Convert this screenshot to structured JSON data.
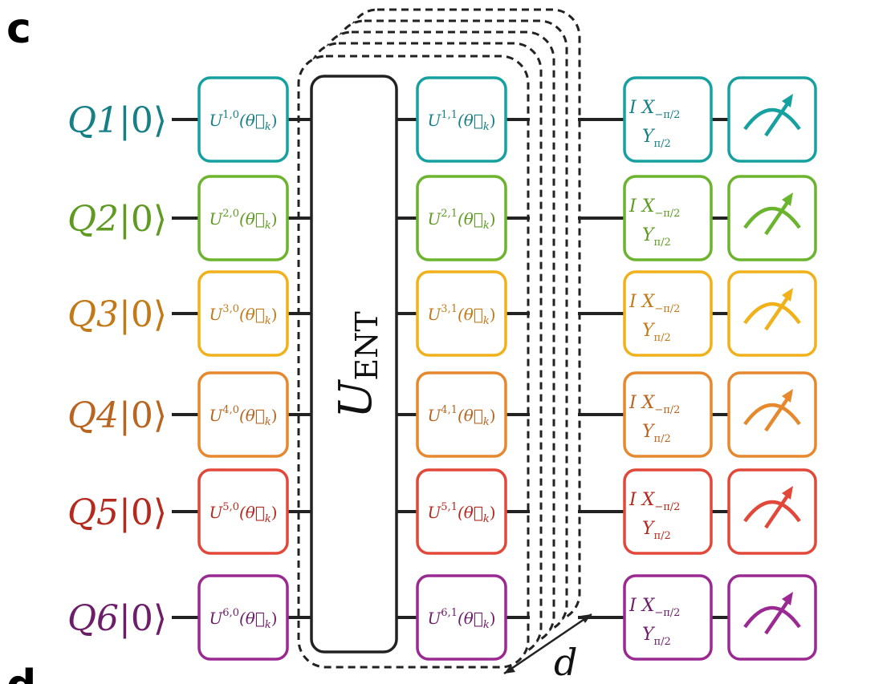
{
  "panel": {
    "label": "c",
    "next_label": "d"
  },
  "entangler": {
    "label": "U",
    "subscript": "ENT"
  },
  "depth_label": "d",
  "measurement": {
    "identity": "I",
    "x_gate": "X",
    "x_sub": "−π/2",
    "y_gate": "Y",
    "y_sub": "π/2"
  },
  "qubits": [
    {
      "name": "Q1",
      "ket": "0",
      "color": "#16a0a0",
      "u0_sup": "1,0",
      "u1_sup": "1,1"
    },
    {
      "name": "Q2",
      "ket": "0",
      "color": "#6ab42e",
      "u0_sup": "2,0",
      "u1_sup": "2,1"
    },
    {
      "name": "Q3",
      "ket": "0",
      "color": "#f0b11a",
      "u0_sup": "3,0",
      "u1_sup": "3,1"
    },
    {
      "name": "Q4",
      "ket": "0",
      "color": "#e6892e",
      "u0_sup": "4,0",
      "u1_sup": "4,1"
    },
    {
      "name": "Q5",
      "ket": "0",
      "color": "#e2483a",
      "u0_sup": "5,0",
      "u1_sup": "5,1"
    },
    {
      "name": "Q6",
      "ket": "0",
      "color": "#9a2a92",
      "u0_sup": "6,0",
      "u1_sup": "6,1"
    }
  ],
  "qubit_text_colors": [
    "#177f86",
    "#5f9a22",
    "#c27a18",
    "#b96522",
    "#b42a1e",
    "#6c1e68"
  ],
  "gate_symbol": {
    "U": "U",
    "arg": "(θ⃗",
    "arg_sub": "k",
    "close": ")"
  }
}
